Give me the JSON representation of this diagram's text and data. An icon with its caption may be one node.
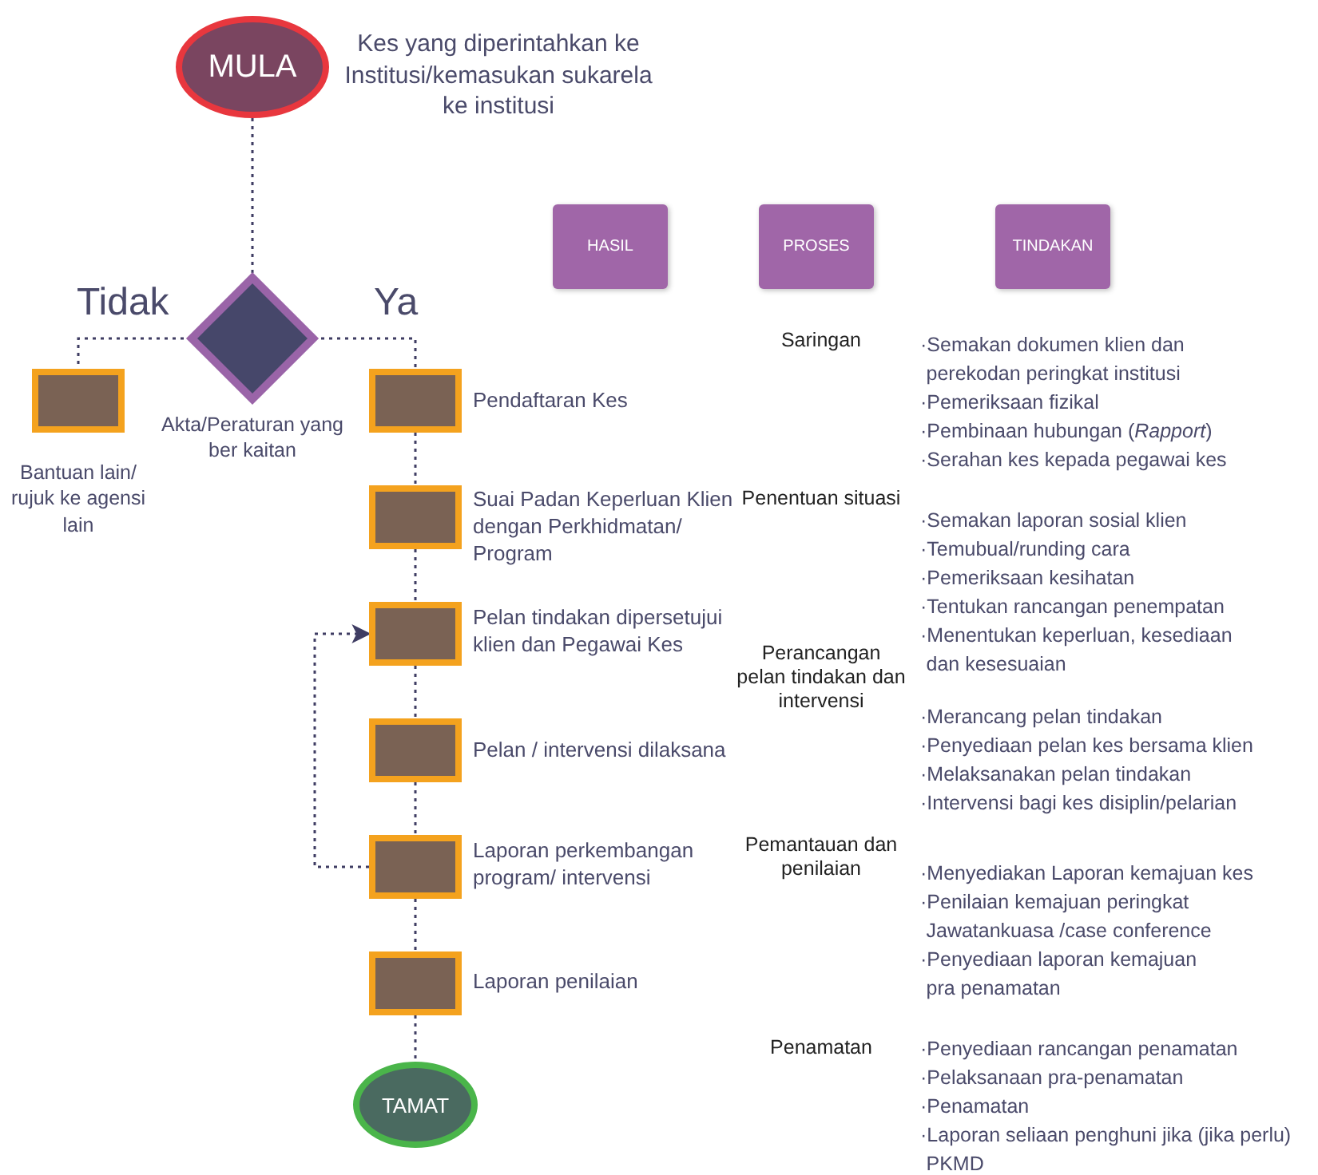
{
  "diagram": {
    "nodes": [
      {
        "text": [
          "MULA"
        ],
        "beside": [
          "Kes yang diperintahkan ke Institusi/kemasukan sukarela ke institusi"
        ]
      },
      {
        "text": [],
        "shape": "diamond",
        "beside": [
          "Akta/Peraturan yang ber kaitan"
        ]
      },
      {
        "text": [],
        "shape": "box",
        "beside": [
          "Bantuan lain/ rujuk ke agensi lain"
        ]
      },
      {
        "text": [],
        "shape": "box",
        "beside": [
          "Pendaftaran Kes"
        ]
      },
      {
        "text": [],
        "shape": "box",
        "beside": [
          "Suai Padan Keperluan Klien dengan Perkhidmatan/ Program"
        ]
      },
      {
        "text": [],
        "shape": "box",
        "beside": [
          "Pelan tindakan dipersetujui klien dan Pegawai Kes"
        ]
      },
      {
        "text": [],
        "shape": "box",
        "beside": [
          "Pelan / intervensi dilaksana"
        ]
      },
      {
        "text": [],
        "shape": "box",
        "beside": [
          "Laporan perkembangan program/ intervensi"
        ]
      },
      {
        "text": [],
        "shape": "box",
        "beside": [
          "Laporan penilaian"
        ]
      },
      {
        "text": [
          "TAMAT"
        ]
      },
      {
        "text": [
          "HASIL"
        ]
      },
      {
        "text": [
          "PROSES"
        ]
      },
      {
        "text": [
          "TINDAKAN"
        ]
      }
    ],
    "edges": [
      {
        "from": 0,
        "to": 1,
        "arrow": "none"
      },
      {
        "from": 1,
        "to": 2,
        "arrow": "none",
        "label": "Tidak"
      },
      {
        "from": 1,
        "to": 3,
        "arrow": "none",
        "label": "Ya"
      },
      {
        "from": 3,
        "to": 4,
        "arrow": "none"
      },
      {
        "from": 4,
        "to": 5,
        "arrow": "none"
      },
      {
        "from": 5,
        "to": 6,
        "arrow": "none"
      },
      {
        "from": 6,
        "to": 7,
        "arrow": "none"
      },
      {
        "from": 7,
        "to": 8,
        "arrow": "none"
      },
      {
        "from": 8,
        "to": 9,
        "arrow": "none"
      },
      {
        "from": 7,
        "to": 5,
        "arrow": "to"
      }
    ],
    "labels": [
      "Saringan",
      "·Semakan dokumen klien dan perekodan peringkat institusi",
      "·Pemeriksaan fizikal",
      "·Pembinaan hubungan (*Rapport*)",
      "·Serahan kes kepada pegawai kes",
      "Penentuan situasi",
      "·Semakan laporan sosial klien",
      "·Temubual/runding cara",
      "·Pemeriksaan kesihatan",
      "·Tentukan rancangan penempatan",
      "·Menentukan keperluan, kesediaan dan kesesuaian",
      "Perancangan pelan tindakan dan intervensi",
      "·Merancang pelan tindakan",
      "·Penyediaan pelan kes bersama klien",
      "·Melaksanakan pelan tindakan",
      "·Intervensi bagi kes disiplin/pelarian",
      "Pemantauan dan penilaian",
      "·Menyediakan Laporan kemajuan kes",
      "·Penilaian kemajuan peringkat Jawatankuasa /case conference",
      "·Penyediaan laporan kemajuan pra penamatan",
      "Penamatan",
      "·Penyediaan rancangan penamatan",
      "·Pelaksanaan pra-penamatan",
      "·Penamatan",
      "·Laporan seliaan penghuni jika (jika perlu) PKMD"
    ]
  }
}
